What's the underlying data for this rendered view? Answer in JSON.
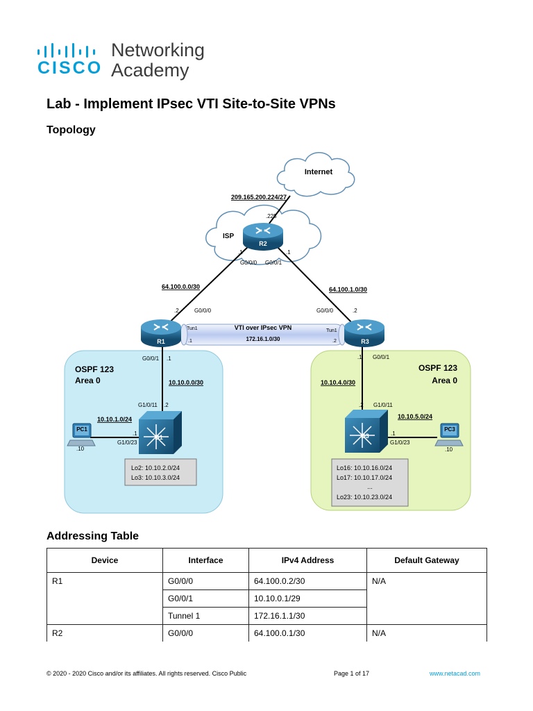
{
  "logo": {
    "brand": "CISCO",
    "line1": "Networking",
    "line2": "Academy",
    "color": "#049fd9"
  },
  "document": {
    "title": "Lab - Implement IPsec VTI Site-to-Site VPNs",
    "topology_heading": "Topology",
    "addressing_heading": "Addressing Table"
  },
  "topology": {
    "internet": "Internet",
    "internet_subnet": "209.165.200.224/27",
    "isp_label": "ISP",
    "isp_router": "R2",
    "isp_upstream_host": ".225",
    "r2_left_host": ".1",
    "r2_right_host": ".1",
    "r2_left_interface": "G0/0/0",
    "r2_right_interface": "G0/0/1",
    "link_r1_r2": "64.100.0.0/30",
    "link_r3_r2": "64.100.1.0/30",
    "r1": {
      "name": "R1",
      "wan_host": ".2",
      "wan_interface": "G0/0/0",
      "tunnel_name": "Tun1",
      "tunnel_host": ".1",
      "lan_interface": "G0/0/1",
      "lan_host": ".1"
    },
    "r3": {
      "name": "R3",
      "wan_interface": "G0/0/0",
      "wan_host": ".2",
      "tunnel_name": "Tun1",
      "tunnel_host": ".2",
      "lan_host": ".1",
      "lan_interface": "G0/0/1"
    },
    "vpn_label": "VTI over IPsec VPN",
    "vpn_subnet": "172.16.1.0/30",
    "left_area": {
      "ospf": "OSPF 123",
      "area": "Area 0",
      "uplink_subnet": "10.10.0.0/30",
      "switch_interface": "G1/0/11",
      "switch_host": ".2",
      "pc_subnet": "10.10.1.0/24",
      "switch_pc_host": ".1",
      "switch_pc_interface": "G1/0/23",
      "pc_name": "PC1",
      "pc_host": ".10",
      "switch_name": "D1",
      "loopbacks": [
        "Lo2: 10.10.2.0/24",
        "Lo3: 10.10.3.0/24"
      ],
      "fill": "#c9ecf7"
    },
    "right_area": {
      "ospf": "OSPF 123",
      "area": "Area 0",
      "uplink_subnet": "10.10.4.0/30",
      "switch_host": ".2",
      "switch_interface": "G1/0/11",
      "pc_subnet": "10.10.5.0/24",
      "switch_pc_host": ".1",
      "switch_pc_interface": "G1/0/23",
      "pc_name": "PC3",
      "pc_host": ".10",
      "switch_name": "D3",
      "loopbacks": [
        "Lo16: 10.10.16.0/24",
        "Lo17: 10.10.17.0/24",
        "...",
        "Lo23: 10.10.23.0/24"
      ],
      "fill": "#e6f4be"
    }
  },
  "addressing_table": {
    "headers": [
      "Device",
      "Interface",
      "IPv4 Address",
      "Default Gateway"
    ],
    "rows": [
      {
        "device": "R1",
        "interface": "G0/0/0",
        "address": "64.100.0.2/30",
        "gateway": "N/A"
      },
      {
        "device": "",
        "interface": "G0/0/1",
        "address": "10.10.0.1/29",
        "gateway": ""
      },
      {
        "device": "",
        "interface": "Tunnel 1",
        "address": "172.16.1.1/30",
        "gateway": ""
      },
      {
        "device": "R2",
        "interface": "G0/0/0",
        "address": "64.100.0.1/30",
        "gateway": "N/A"
      }
    ]
  },
  "footer": {
    "copyright": "© 2020 - 2020 Cisco and/or its affiliates. All rights reserved. Cisco Public",
    "page": "Page 1 of 17",
    "website": "www.netacad.com"
  }
}
